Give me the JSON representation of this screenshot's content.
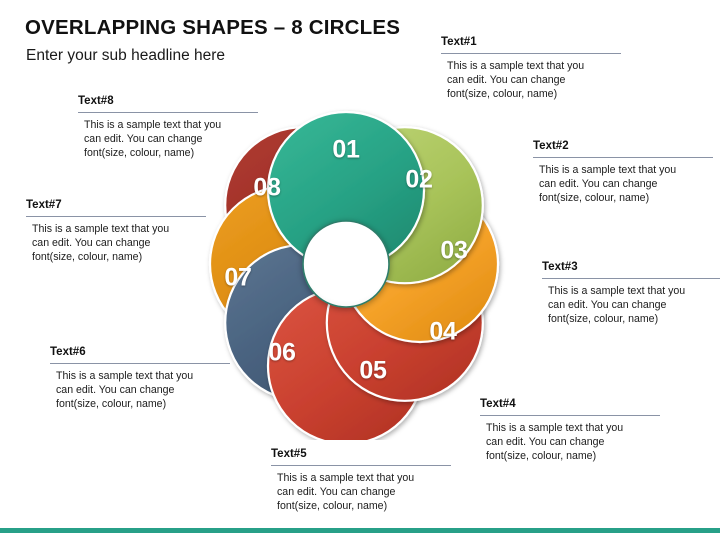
{
  "header": {
    "title": "OVERLAPPING SHAPES – 8 CIRCLES",
    "subtitle": "Enter your sub headline here"
  },
  "theme": {
    "accent_bar_color": "#27a088",
    "rule_color": "#8a93a6",
    "hub_color": "#ffffff",
    "hub_outline_color": "#2e7d6b",
    "number_color": "#ffffff"
  },
  "body_text": "This is a sample text that you can edit. You can change font(size, colour, name)",
  "callouts": [
    {
      "id": 1,
      "title": "Text#1",
      "body_line1": "This is a sample text that you",
      "body_line2": "can edit. You can change",
      "body_line3": "font(size, colour, name)"
    },
    {
      "id": 2,
      "title": "Text#2",
      "body_line1": "This is a sample text that you",
      "body_line2": "can edit. You can change",
      "body_line3": "font(size, colour, name)"
    },
    {
      "id": 3,
      "title": "Text#3",
      "body_line1": "This is a sample text that you",
      "body_line2": "can edit. You can change",
      "body_line3": "font(size, colour, name)"
    },
    {
      "id": 4,
      "title": "Text#4",
      "body_line1": "This is a sample text that you",
      "body_line2": "can edit. You can change",
      "body_line3": "font(size, colour, name)"
    },
    {
      "id": 5,
      "title": "Text#5",
      "body_line1": "This is a sample text that you",
      "body_line2": "can edit. You can change",
      "body_line3": "font(size, colour, name)"
    },
    {
      "id": 6,
      "title": "Text#6",
      "body_line1": "This is a sample text that you",
      "body_line2": "can edit. You can change",
      "body_line3": "font(size, colour, name)"
    },
    {
      "id": 7,
      "title": "Text#7",
      "body_line1": "This is a sample text that you",
      "body_line2": "can edit. You can change",
      "body_line3": "font(size, colour, name)"
    },
    {
      "id": 8,
      "title": "Text#8",
      "body_line1": "This is a sample text that you",
      "body_line2": "can edit. You can change",
      "body_line3": "font(size, colour, name)"
    }
  ],
  "chart_data": {
    "type": "pie",
    "title": "OVERLAPPING SHAPES – 8 CIRCLES",
    "subtitle": "Enter your sub headline here",
    "layout": "pinwheel of 8 overlapping circles around a white hub",
    "segment_count": 8,
    "categories": [
      "01",
      "02",
      "03",
      "04",
      "05",
      "06",
      "07",
      "08"
    ],
    "values": [
      12.5,
      12.5,
      12.5,
      12.5,
      12.5,
      12.5,
      12.5,
      12.5
    ],
    "colors": [
      "#27a184",
      "#a8c359",
      "#f5a229",
      "#c9402f",
      "#c9402f",
      "#47607d",
      "#dd8c12",
      "#9e3028"
    ],
    "legend_position": "around-chart",
    "segments": [
      {
        "label": "01",
        "color": "#27a184",
        "angle_deg": 0,
        "callout": "Text#1"
      },
      {
        "label": "02",
        "color": "#a8c359",
        "angle_deg": 45,
        "callout": "Text#2"
      },
      {
        "label": "03",
        "color": "#f5a229",
        "angle_deg": 90,
        "callout": "Text#3"
      },
      {
        "label": "04",
        "color": "#c9402f",
        "angle_deg": 135,
        "callout": "Text#4"
      },
      {
        "label": "05",
        "color": "#c9402f",
        "angle_deg": 180,
        "callout": "Text#5"
      },
      {
        "label": "06",
        "color": "#47607d",
        "angle_deg": 225,
        "callout": "Text#6"
      },
      {
        "label": "07",
        "color": "#dd8c12",
        "angle_deg": 270,
        "callout": "Text#7"
      },
      {
        "label": "08",
        "color": "#9e3028",
        "angle_deg": 315,
        "callout": "Text#8"
      }
    ]
  },
  "numbers": {
    "n1": "01",
    "n2": "02",
    "n3": "03",
    "n4": "04",
    "n5": "05",
    "n6": "06",
    "n7": "07",
    "n8": "08"
  }
}
